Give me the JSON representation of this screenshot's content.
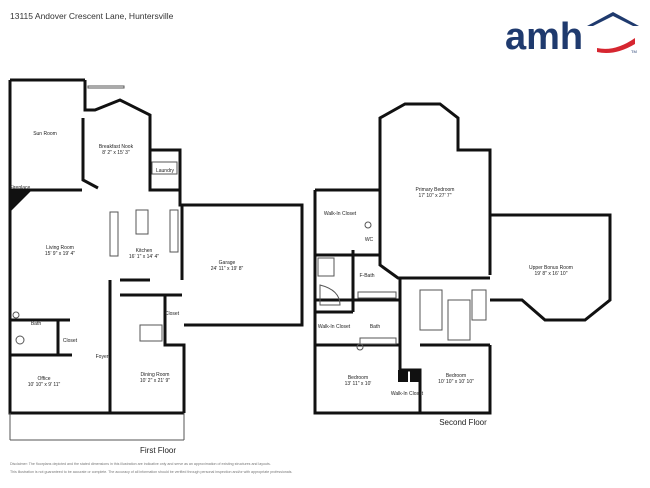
{
  "address": "13115 Andover Crescent Lane, Huntersville",
  "brand": {
    "name": "amh",
    "color_text": "#1f3a6e",
    "color_accent": "#d62630",
    "tm": "TM"
  },
  "floors": [
    {
      "label": "First Floor"
    },
    {
      "label": "Second Floor"
    }
  ],
  "rooms": {
    "sun_room": {
      "name": "Sun Room"
    },
    "breakfast_nook": {
      "name": "Breakfast Nook",
      "dims": "8' 2\" x 15' 3\""
    },
    "laundry": {
      "name": "Laundry"
    },
    "fireplace": {
      "name": "Fireplace"
    },
    "living_room": {
      "name": "Living Room",
      "dims": "15' 9\" x 19' 4\""
    },
    "kitchen": {
      "name": "Kitchen",
      "dims": "16' 1\" x 14' 4\""
    },
    "garage": {
      "name": "Garage",
      "dims": "24' 11\" x 19' 8\""
    },
    "bath_1": {
      "name": "Bath"
    },
    "closet_1": {
      "name": "Closet"
    },
    "closet_2": {
      "name": "Closet"
    },
    "foyer": {
      "name": "Foyer"
    },
    "office": {
      "name": "Office",
      "dims": "10' 10\" x 9' 11\""
    },
    "dining_room": {
      "name": "Dining Room",
      "dims": "10' 2\" x 21' 9\""
    },
    "walkin_closet_1": {
      "name": "Walk-In Closet"
    },
    "primary_bedroom": {
      "name": "Primary Bedroom",
      "dims": "17' 10\" x 27' 7\""
    },
    "wc": {
      "name": "WC"
    },
    "f_bath": {
      "name": "F-Bath"
    },
    "upper_bonus_room": {
      "name": "Upper Bonus Room",
      "dims": "19' 8\" x 16' 10\""
    },
    "walkin_closet_2": {
      "name": "Walk-In Closet"
    },
    "bath_2": {
      "name": "Bath"
    },
    "bedroom_1": {
      "name": "Bedroom",
      "dims": "13' 11\" x 10'"
    },
    "bedroom_2": {
      "name": "Bedroom",
      "dims": "10' 10\" x 10' 10\""
    },
    "walkin_closet_3": {
      "name": "Walk-In Closet"
    }
  },
  "disclaimer": [
    "Disclaimer: The floorplans depicted and the stated dimensions in this illustration are indicative only and serve as an approximation of existing structures and layouts.",
    "This illustration is not guaranteed to be accurate or complete. The accuracy of all information should be verified through personal inspection and/or with appropriate professionals."
  ]
}
